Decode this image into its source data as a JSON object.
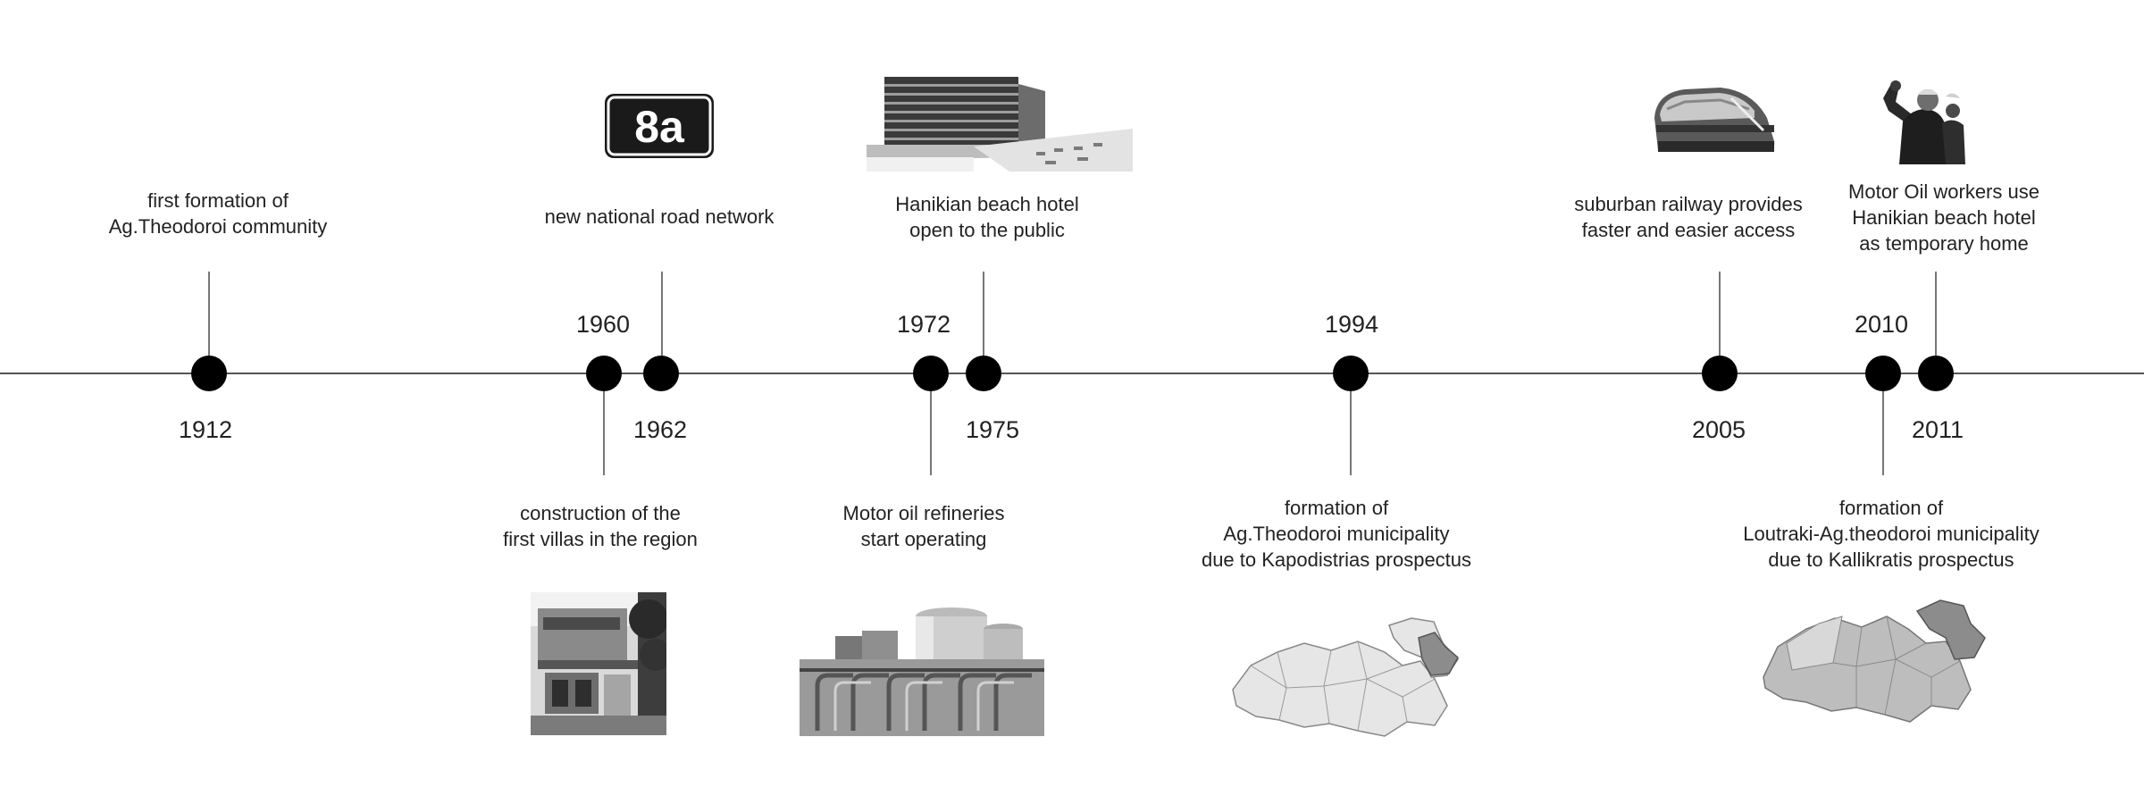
{
  "events": [
    {
      "id": "e1912",
      "year": "1912",
      "lines": [
        "first formation of",
        "Ag.Theodoroi community"
      ]
    },
    {
      "id": "e1960",
      "year": "1960",
      "lines": [
        "construction of the",
        "first villas in the region"
      ]
    },
    {
      "id": "e1962",
      "year": "1962",
      "lines": [
        "new national road network"
      ],
      "road_sign": "8a"
    },
    {
      "id": "e1972",
      "year": "1972",
      "lines": [
        "Motor oil refineries",
        "start operating"
      ]
    },
    {
      "id": "e1975",
      "year": "1975",
      "lines": [
        "Hanikian beach hotel",
        "open to the public"
      ]
    },
    {
      "id": "e1994",
      "year": "1994",
      "lines": [
        "formation of",
        "Ag.Theodoroi municipality",
        "due to Kapodistrias prospectus"
      ]
    },
    {
      "id": "e2005",
      "year": "2005",
      "lines": [
        "suburban railway provides",
        "faster and easier access"
      ]
    },
    {
      "id": "e2010",
      "year": "2010",
      "lines": [
        "formation of",
        "Loutraki-Ag.theodoroi municipality",
        "due to Kallikratis prospectus"
      ]
    },
    {
      "id": "e2011",
      "year": "2011",
      "lines": [
        "Motor Oil workers use",
        "Hanikian beach hotel",
        "as temporary home"
      ]
    }
  ],
  "colors": {
    "dot": "#000000",
    "axis": "#555555",
    "map_fill": "#e6e6e6",
    "map_highlight": "#8c8c8c",
    "map_fill_2010": "#bdbdbd"
  },
  "images": {
    "e1960": "villa-photo-icon",
    "e1962": "road-sign-icon",
    "e1972": "refinery-photo-icon",
    "e1975": "hotel-photo-icon",
    "e1994": "municipality-map-icon",
    "e2005": "train-photo-icon",
    "e2010": "municipality-map-icon",
    "e2011": "workers-photo-icon"
  }
}
